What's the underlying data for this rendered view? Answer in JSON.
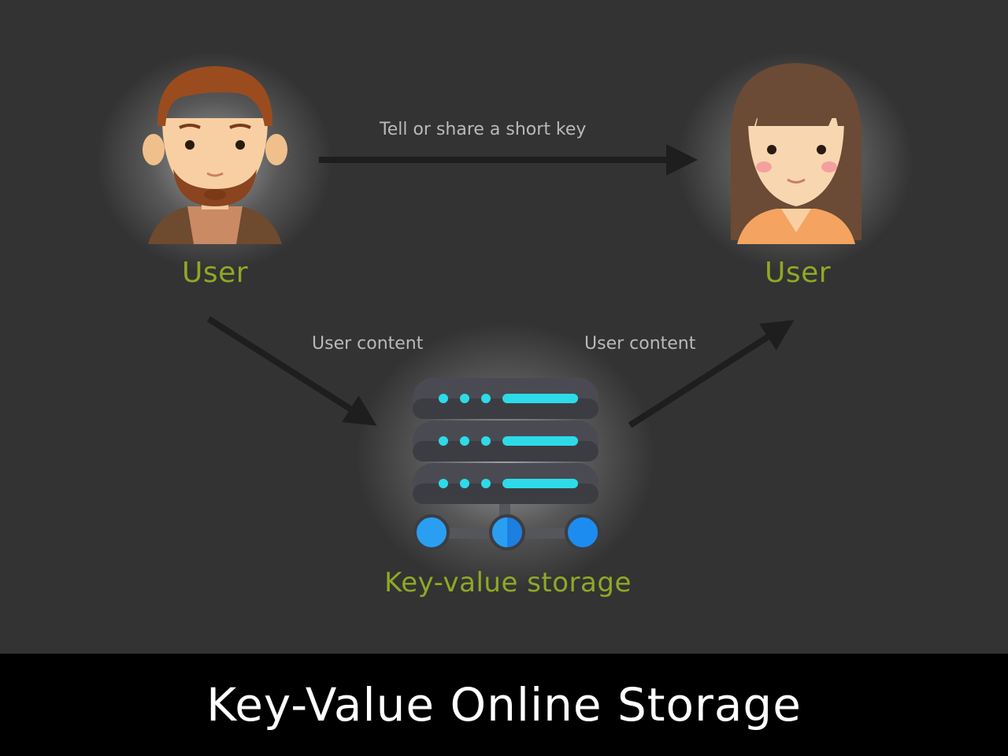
{
  "nodes": {
    "user_left": {
      "label": "User"
    },
    "user_right": {
      "label": "User"
    },
    "storage": {
      "label": "Key-value storage"
    }
  },
  "edges": {
    "share_key": {
      "label": "Tell or share a short key"
    },
    "upload": {
      "label": "User content"
    },
    "download": {
      "label": "User content"
    }
  },
  "footer": {
    "title": "Key-Value Online Storage"
  },
  "colors": {
    "background": "#333333",
    "label_green": "#8fa826",
    "edge_text": "#b9b9b9",
    "arrow": "#1e1e1e",
    "led_cyan": "#2ddbe8",
    "node_blue": "#1d8cf0"
  }
}
